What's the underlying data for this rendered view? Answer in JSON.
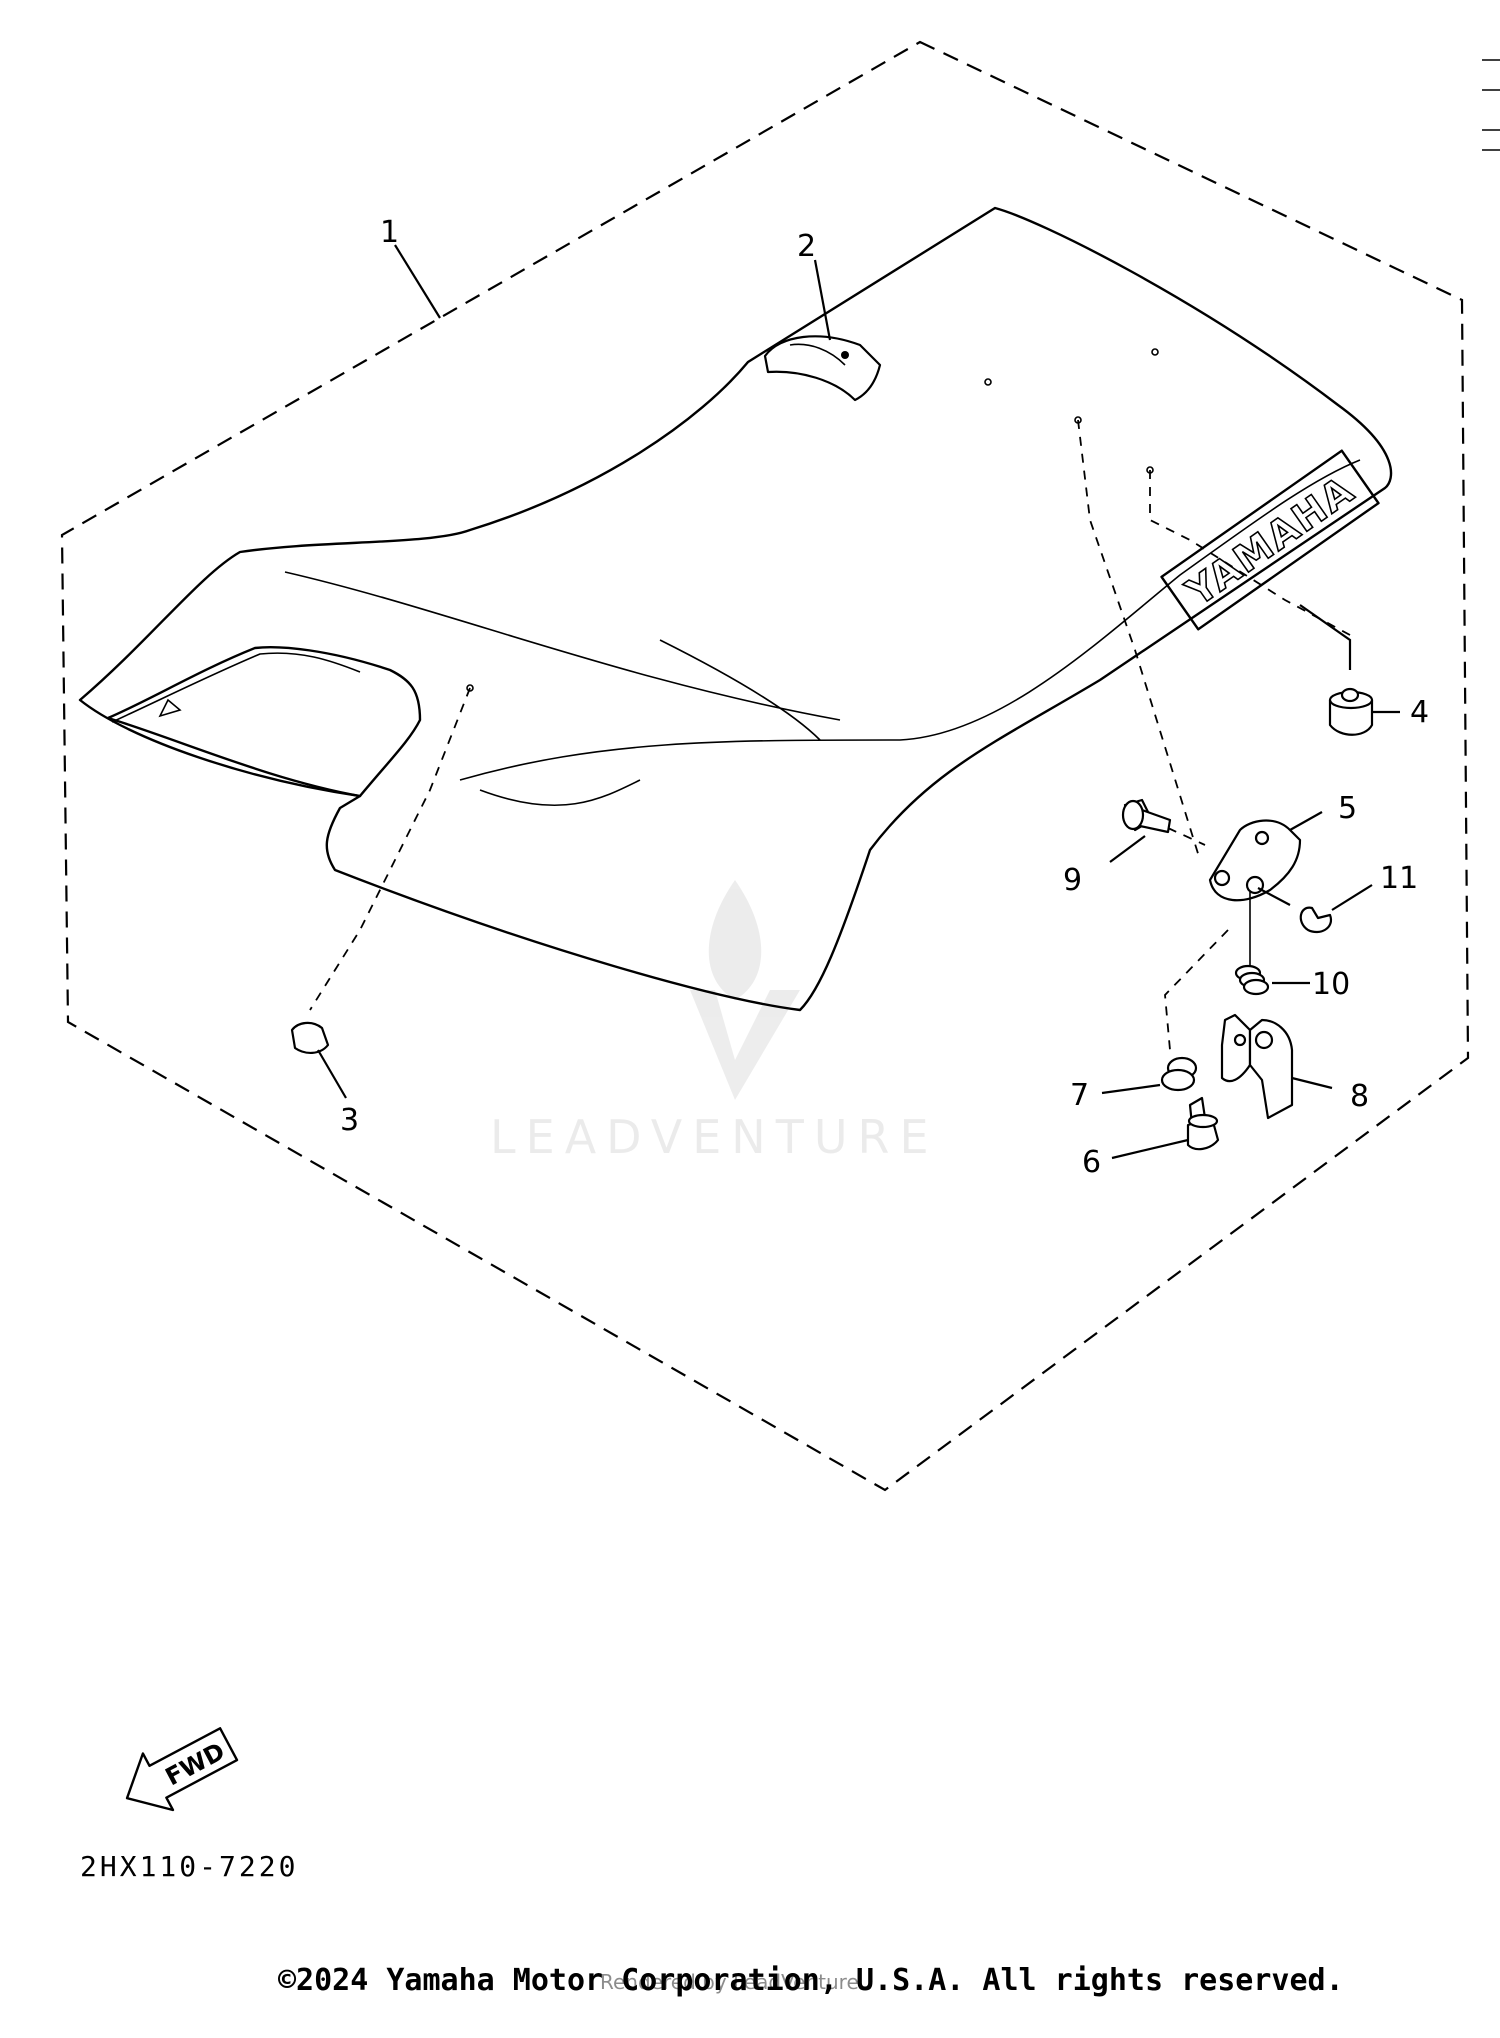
{
  "diagram": {
    "brand_mark": "YAMAHA",
    "part_labels": [
      {
        "id": "1",
        "text": "1"
      },
      {
        "id": "2",
        "text": "2"
      },
      {
        "id": "3",
        "text": "3"
      },
      {
        "id": "4",
        "text": "4"
      },
      {
        "id": "5",
        "text": "5"
      },
      {
        "id": "6",
        "text": "6"
      },
      {
        "id": "7",
        "text": "7"
      },
      {
        "id": "8",
        "text": "8"
      },
      {
        "id": "9",
        "text": "9"
      },
      {
        "id": "10",
        "text": "10"
      },
      {
        "id": "11",
        "text": "11"
      }
    ],
    "fwd_label": "FWD",
    "drawing_code": "2HX110-7220"
  },
  "watermark": {
    "text": "LEADVENTURE",
    "icon": "leadventure-logo-icon"
  },
  "footer": {
    "copyright": "©2024 Yamaha Motor Corporation, U.S.A. All rights reserved.",
    "rendered_by": "Rendered by LeadVenture"
  }
}
